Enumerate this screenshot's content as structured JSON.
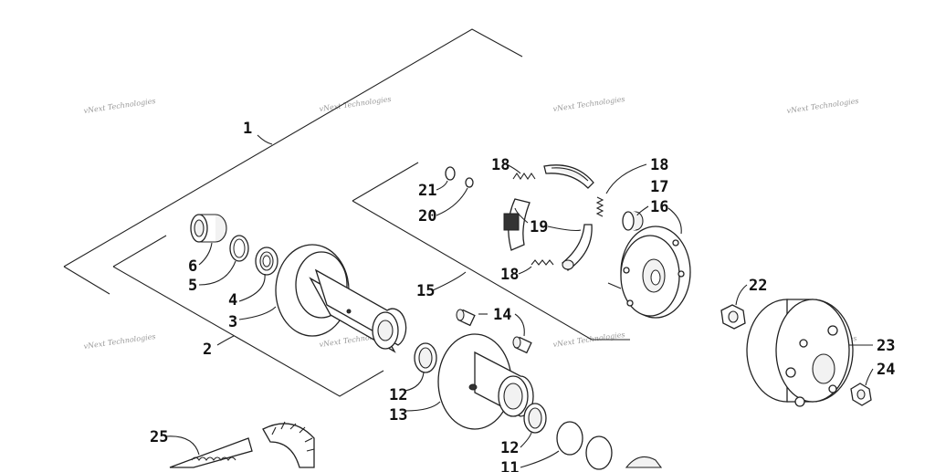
{
  "callouts": [
    {
      "id": "c1",
      "label": "1"
    },
    {
      "id": "c2",
      "label": "2"
    },
    {
      "id": "c3",
      "label": "3"
    },
    {
      "id": "c4",
      "label": "4"
    },
    {
      "id": "c5",
      "label": "5"
    },
    {
      "id": "c6",
      "label": "6"
    },
    {
      "id": "c11",
      "label": "11"
    },
    {
      "id": "c12a",
      "label": "12"
    },
    {
      "id": "c12b",
      "label": "12"
    },
    {
      "id": "c13",
      "label": "13"
    },
    {
      "id": "c14",
      "label": "14"
    },
    {
      "id": "c15",
      "label": "15"
    },
    {
      "id": "c16",
      "label": "16"
    },
    {
      "id": "c17",
      "label": "17"
    },
    {
      "id": "c18a",
      "label": "18"
    },
    {
      "id": "c18b",
      "label": "18"
    },
    {
      "id": "c18c",
      "label": "18"
    },
    {
      "id": "c19",
      "label": "19"
    },
    {
      "id": "c20",
      "label": "20"
    },
    {
      "id": "c21",
      "label": "21"
    },
    {
      "id": "c22",
      "label": "22"
    },
    {
      "id": "c23",
      "label": "23"
    },
    {
      "id": "c24",
      "label": "24"
    },
    {
      "id": "c25",
      "label": "25"
    }
  ],
  "watermark": "vNext Technologies"
}
